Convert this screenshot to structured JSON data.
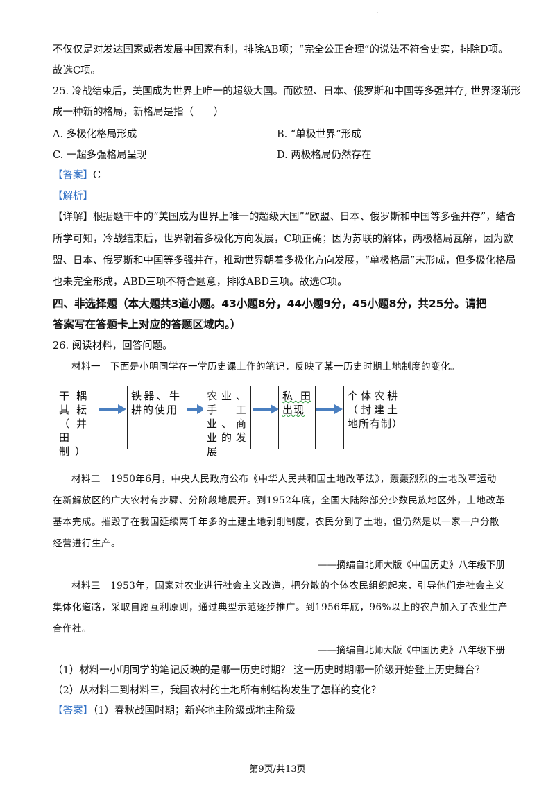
{
  "top_lines": [
    "不仅仅是对发达国家或者发展中国家有利，排除AB项；“完全公正合理”的说法不符合史实，排除D项。",
    "故选C项。"
  ],
  "q25": {
    "stem1": "25. 冷战结束后，美国成为世界上唯一的超级大国。而欧盟、日本、俄罗斯和中国等多强并存, 世界逐渐形",
    "stem2": "成一种新的格局，新格局是指（　　）",
    "options": {
      "A": "A.  多极化格局形成",
      "B": "B.  “单极世界”形成",
      "C": "C.  一超多强格局呈现",
      "D": "D.  两极格局仍然存在"
    },
    "answer_tag": "【答案】",
    "answer_value": "C",
    "analysis_tag": "【解析】",
    "detail_tag": "【详解】",
    "detail1": "根据题干中的“美国成为世界上唯一的超级大国”“欧盟、日本、俄罗斯和中国等多强并存”，结合",
    "detail2": "所学可知，冷战结束后，世界朝着多极化方向发展，C项正确；因为苏联的解体，两极格局瓦解，因为欧",
    "detail3": "盟、日本、俄罗斯和中国等多强并存，推动世界朝着多极化方向发展，“单极格局”未形成，但多极化格局",
    "detail4": "也未完全形成，ABD三项不符合题意，排除ABD三项。故选C项。"
  },
  "section4": {
    "line1": "四、非选择题（本大题共3道小题。43小题8分，44小题9分，45小题8分，共25分。请把",
    "line2": "答案写在答题卡上对应的答题区域内。）"
  },
  "q26": {
    "stem": "26. 阅读材料，回答问题。",
    "material1": "材料一　下面是小明同学在一堂历史课上作的笔记，反映了某一历史时期土地制度的变化。",
    "flow": [
      "干耦其耘（井田制）",
      "铁器、牛耕的使用",
      "农业、手工业、商业的发展",
      "私田出现",
      "个体农耕（封建土地所有制）"
    ],
    "material2_1": "材料二　1950年6月，中央人民政府公布《中华人民共和国土地改革法》，轰轰烈烈的土地改革运动",
    "material2_2": "在新解放区的广大农村有步骤、分阶段地展开。到1952年底，全国大陆除部分少数民族地区外，土地改革",
    "material2_3": "基本完成。摧毁了在我国延续两千年多的土建土地剥削制度，农民分到了土地，但仍然是以一家一户分散",
    "material2_4": "经营进行生产。",
    "source": "——摘编自北师大版《中国历史》八年级下册",
    "material3_1": "材料三　1953年，国家对农业进行社会主义改造，把分散的个体农民组织起来，引导他们走社会主义",
    "material3_2": "集体化道路，采取自愿互利原则，通过典型示范逐步推广。到1956年底，96%以上的农户加入了农业生产",
    "material3_3": "合作社。",
    "q1": "（1）材料一小明同学的笔记反映的是哪一历史时期？ 这一历史时期哪一阶级开始登上历史舞台？",
    "q2": "（2）从材料二到材料三，我国农村的土地所有制结构发生了怎样的变化？",
    "answer_tag": "【答案】",
    "answer1": "（1）春秋战国时期；新兴地主阶级或地主阶级"
  },
  "footer": "第9页/共13页"
}
